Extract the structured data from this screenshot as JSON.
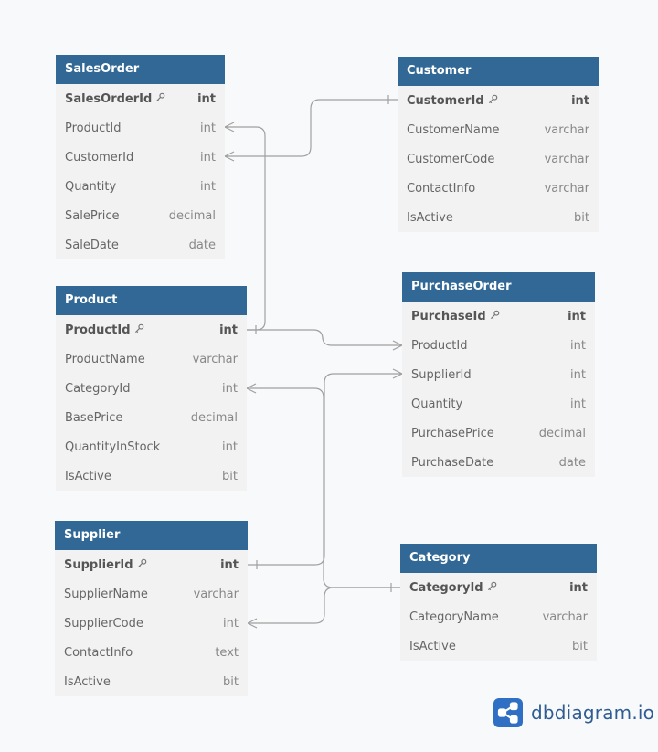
{
  "tables": {
    "salesorder": {
      "name": "SalesOrder",
      "fields": [
        {
          "name": "SalesOrderId",
          "type": "int"
        },
        {
          "name": "ProductId",
          "type": "int"
        },
        {
          "name": "CustomerId",
          "type": "int"
        },
        {
          "name": "Quantity",
          "type": "int"
        },
        {
          "name": "SalePrice",
          "type": "decimal"
        },
        {
          "name": "SaleDate",
          "type": "date"
        }
      ]
    },
    "customer": {
      "name": "Customer",
      "fields": [
        {
          "name": "CustomerId",
          "type": "int"
        },
        {
          "name": "CustomerName",
          "type": "varchar"
        },
        {
          "name": "CustomerCode",
          "type": "varchar"
        },
        {
          "name": "ContactInfo",
          "type": "varchar"
        },
        {
          "name": "IsActive",
          "type": "bit"
        }
      ]
    },
    "product": {
      "name": "Product",
      "fields": [
        {
          "name": "ProductId",
          "type": "int"
        },
        {
          "name": "ProductName",
          "type": "varchar"
        },
        {
          "name": "CategoryId",
          "type": "int"
        },
        {
          "name": "BasePrice",
          "type": "decimal"
        },
        {
          "name": "QuantityInStock",
          "type": "int"
        },
        {
          "name": "IsActive",
          "type": "bit"
        }
      ]
    },
    "purchaseorder": {
      "name": "PurchaseOrder",
      "fields": [
        {
          "name": "PurchaseId",
          "type": "int"
        },
        {
          "name": "ProductId",
          "type": "int"
        },
        {
          "name": "SupplierId",
          "type": "int"
        },
        {
          "name": "Quantity",
          "type": "int"
        },
        {
          "name": "PurchasePrice",
          "type": "decimal"
        },
        {
          "name": "PurchaseDate",
          "type": "date"
        }
      ]
    },
    "supplier": {
      "name": "Supplier",
      "fields": [
        {
          "name": "SupplierId",
          "type": "int"
        },
        {
          "name": "SupplierName",
          "type": "varchar"
        },
        {
          "name": "SupplierCode",
          "type": "int"
        },
        {
          "name": "ContactInfo",
          "type": "text"
        },
        {
          "name": "IsActive",
          "type": "bit"
        }
      ]
    },
    "category": {
      "name": "Category",
      "fields": [
        {
          "name": "CategoryId",
          "type": "int"
        },
        {
          "name": "CategoryName",
          "type": "varchar"
        },
        {
          "name": "IsActive",
          "type": "bit"
        }
      ]
    }
  },
  "brand": {
    "name": "dbdiagram.io",
    "logo_icon": "share-nodes-icon"
  },
  "colors": {
    "header": "#316896",
    "body": "#f2f2f2",
    "link": "#9e9e9e",
    "brand": "#2f5d93"
  }
}
